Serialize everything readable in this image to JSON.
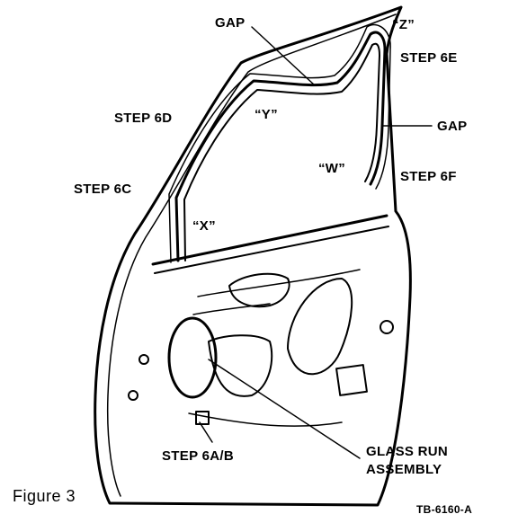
{
  "labels": {
    "gap_top": "GAP",
    "z": "“Z”",
    "step_6e": "STEP 6E",
    "step_6d": "STEP 6D",
    "y": "“Y”",
    "gap_right": "GAP",
    "w": "“W”",
    "step_6f": "STEP 6F",
    "step_6c": "STEP 6C",
    "x": "“X”",
    "step_6ab": "STEP 6A/B",
    "glass_run_line1": "GLASS RUN",
    "glass_run_line2": "ASSEMBLY"
  },
  "caption": "Figure 3",
  "code": "TB-6160-A"
}
